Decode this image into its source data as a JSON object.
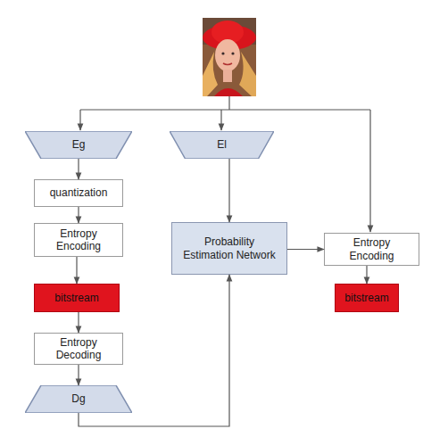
{
  "diagram": {
    "nodes": [
      {
        "text": [
          "Eg"
        ]
      },
      {
        "text": [
          "El"
        ]
      },
      {
        "text": [
          "quantization"
        ]
      },
      {
        "text": [
          "Entropy Encoding"
        ]
      },
      {
        "text": [
          "Probability Estimation Network"
        ]
      },
      {
        "text": [
          "Entropy Encoding"
        ]
      },
      {
        "text": [
          "bitstream"
        ]
      },
      {
        "text": [
          "bitstream"
        ]
      },
      {
        "text": [
          "Entropy Decoding"
        ]
      },
      {
        "text": [
          "Dg"
        ]
      }
    ],
    "edges": [
      {
        "from": 0,
        "to": 2,
        "arrow": "to"
      },
      {
        "from": 2,
        "to": 3,
        "arrow": "to"
      },
      {
        "from": 3,
        "to": 6,
        "arrow": "to"
      },
      {
        "from": 6,
        "to": 8,
        "arrow": "to"
      },
      {
        "from": 8,
        "to": 9,
        "arrow": "to"
      },
      {
        "from": 9,
        "to": 4,
        "arrow": "to"
      },
      {
        "from": 1,
        "to": 4,
        "arrow": "to"
      },
      {
        "from": 4,
        "to": 5,
        "arrow": "to"
      },
      {
        "from": 5,
        "to": 7,
        "arrow": "to"
      }
    ]
  }
}
